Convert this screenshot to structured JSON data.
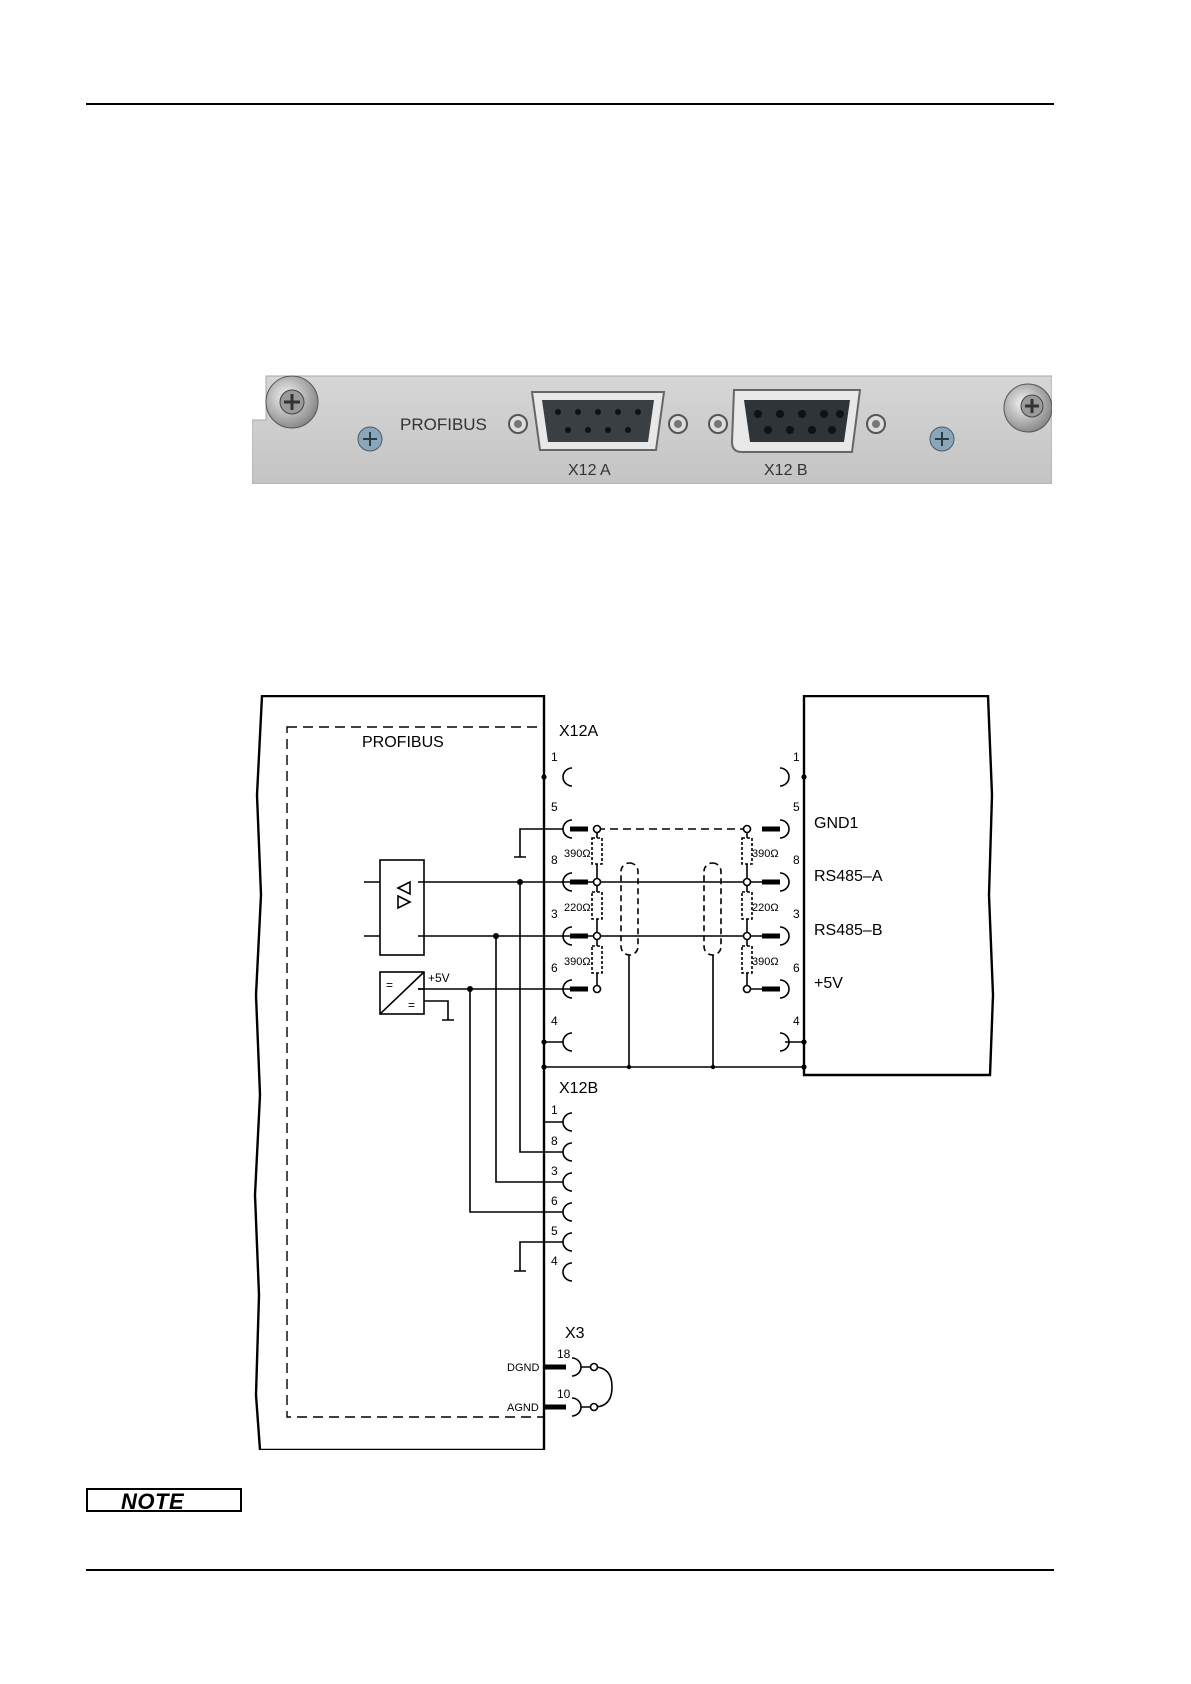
{
  "faceplate": {
    "label": "PROFIBUS",
    "connector_a": "X12 A",
    "connector_b": "X12 B"
  },
  "schematic": {
    "module_label": "PROFIBUS",
    "x12a": "X12A",
    "x12b": "X12B",
    "x3": "X3",
    "supply_label": "+5V",
    "pins_a": [
      "1",
      "5",
      "8",
      "3",
      "6",
      "4"
    ],
    "pins_right": [
      "1",
      "5",
      "8",
      "3",
      "6",
      "4"
    ],
    "pins_b": [
      "1",
      "8",
      "3",
      "6",
      "5",
      "4"
    ],
    "pins_x3": [
      "18",
      "10"
    ],
    "signals": [
      "GND1",
      "RS485–A",
      "RS485–B",
      "+5V"
    ],
    "resistors_left": [
      "390Ω",
      "220Ω",
      "390Ω"
    ],
    "resistors_right": [
      "390Ω",
      "220Ω",
      "390Ω"
    ],
    "dgnd": "DGND",
    "agnd": "AGND"
  },
  "note": {
    "label": "NOTE"
  }
}
